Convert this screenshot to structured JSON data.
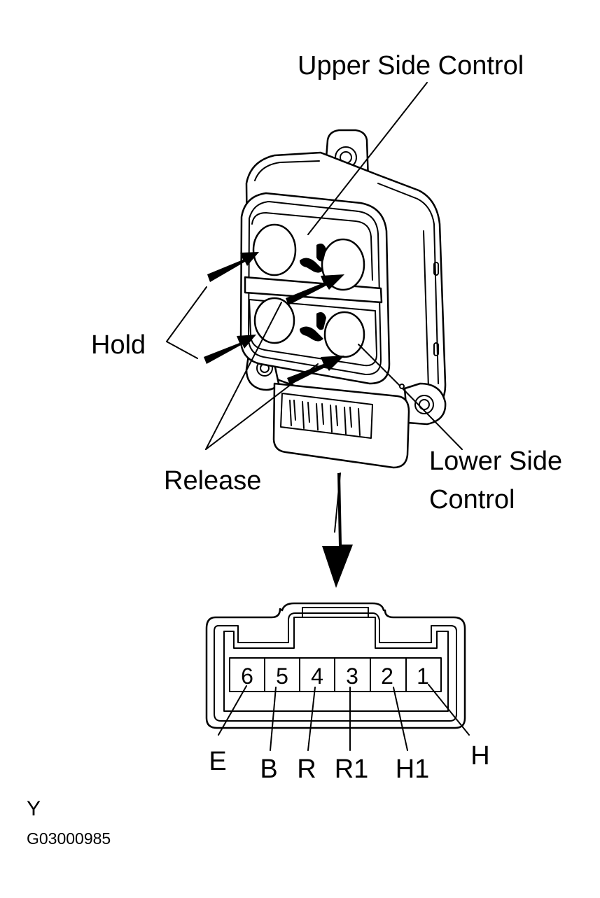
{
  "labels": {
    "upper_side_control": "Upper Side Control",
    "lower_side_control_line1": "Lower Side",
    "lower_side_control_line2": "Control",
    "hold": "Hold",
    "release": "Release",
    "view_code": "Y",
    "figure_code": "G03000985"
  },
  "connector": {
    "pins": [
      {
        "number": "6",
        "terminal": "E"
      },
      {
        "number": "5",
        "terminal": "B"
      },
      {
        "number": "4",
        "terminal": "R"
      },
      {
        "number": "3",
        "terminal": "R1"
      },
      {
        "number": "2",
        "terminal": "H1"
      },
      {
        "number": "1",
        "terminal": "H"
      }
    ]
  },
  "colors": {
    "line": "#000000",
    "background": "#ffffff"
  }
}
